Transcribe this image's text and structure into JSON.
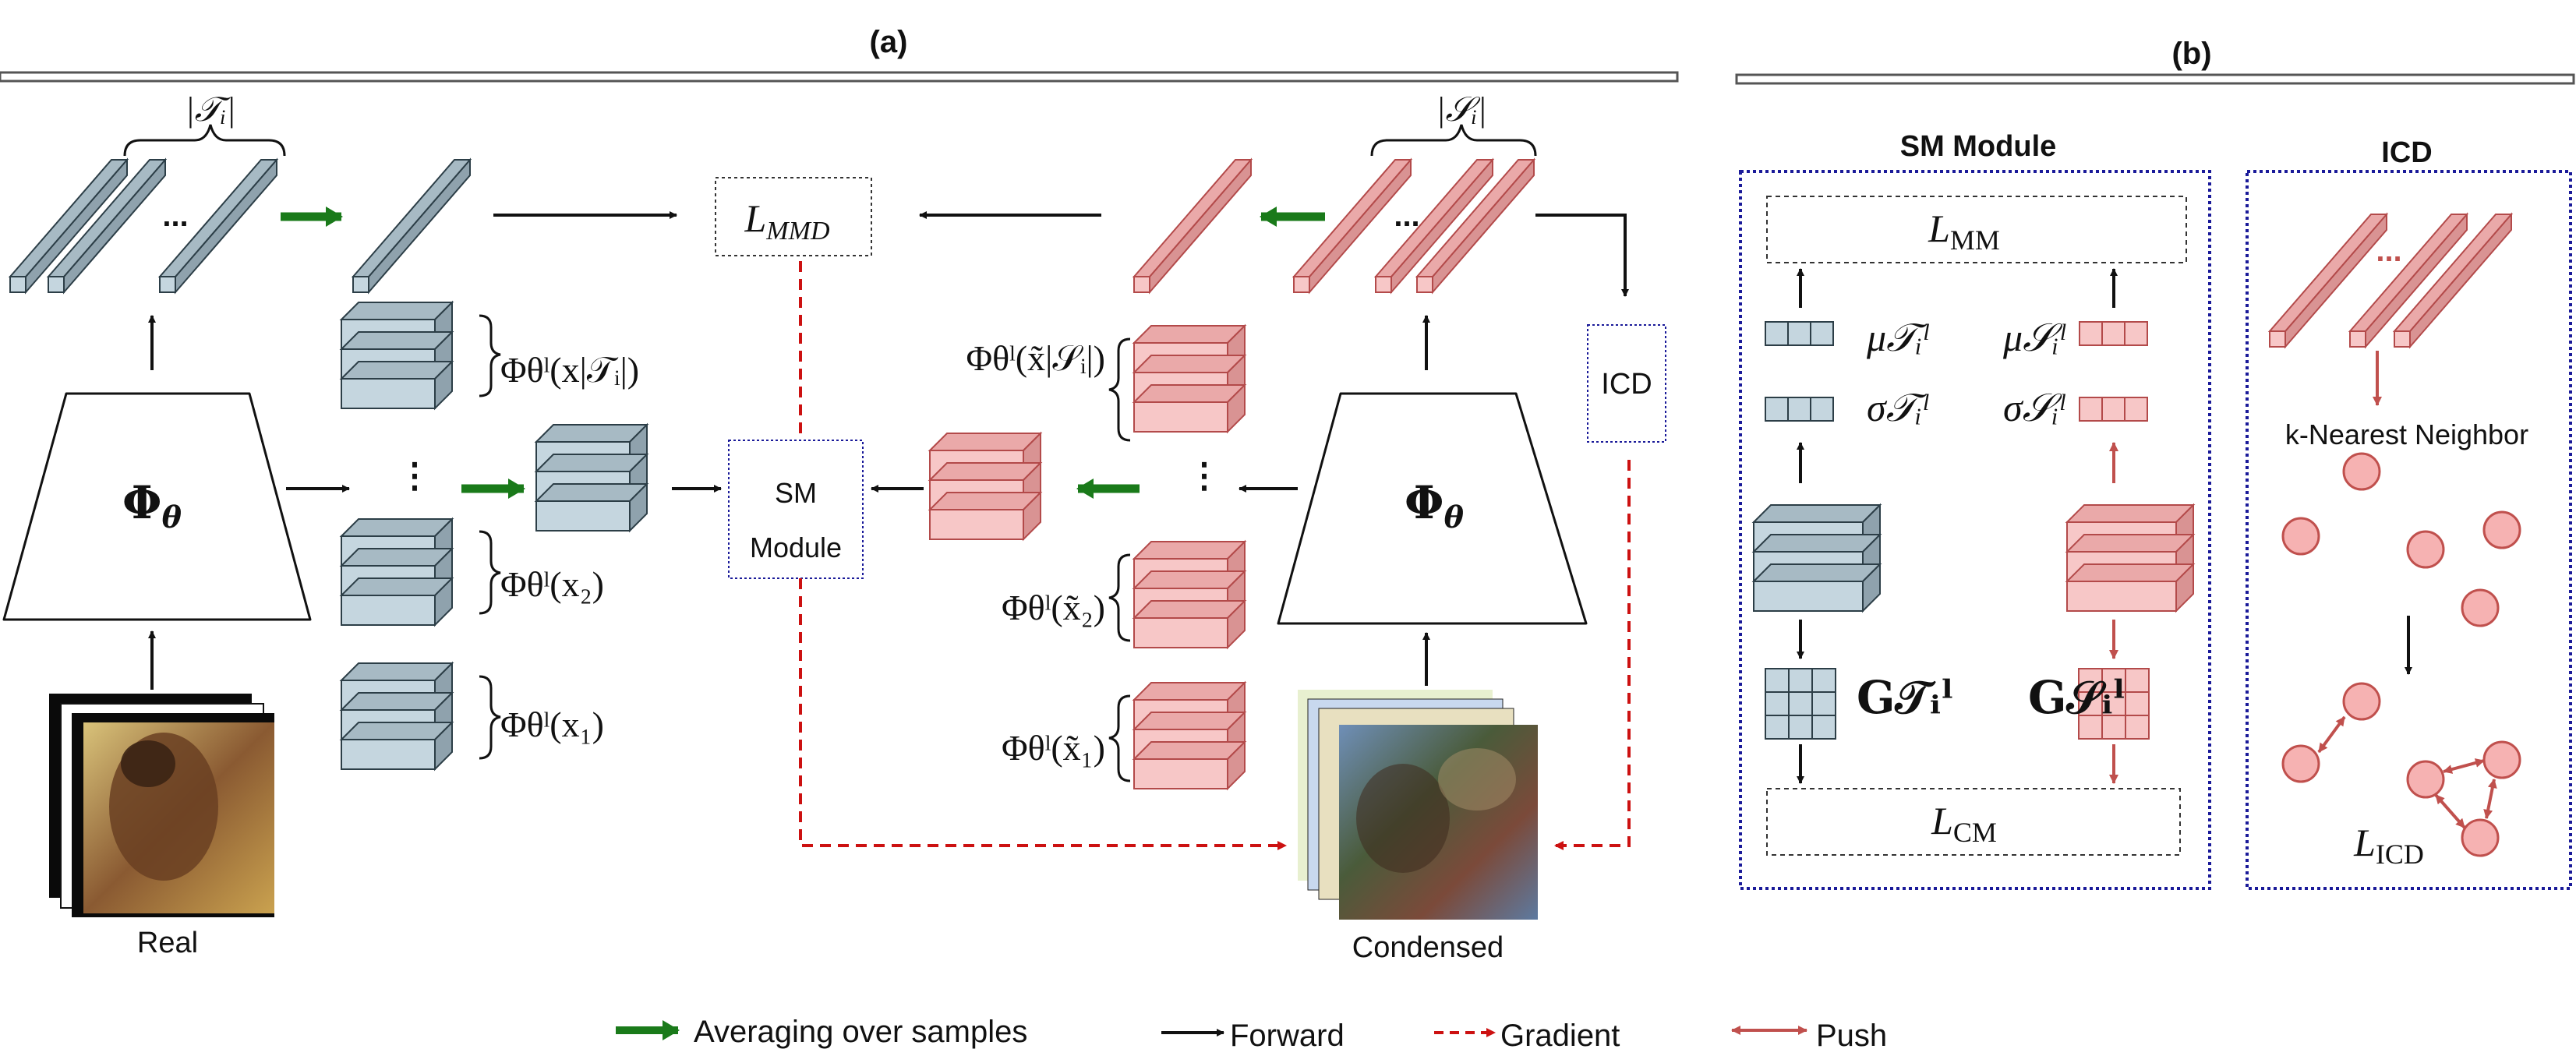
{
  "panel_a": {
    "label": "(a)"
  },
  "panel_b": {
    "label": "(b)"
  },
  "labels": {
    "real": "Real",
    "condensed": "Condensed",
    "sm_line1": "SM",
    "sm_line2": "Module",
    "icd_box": "ICD",
    "phi": "Φ",
    "theta": "θ",
    "ellipsis": "...",
    "vdots": "⋮"
  },
  "math": {
    "real_set": "|𝒯ᵢ|",
    "syn_set": "|𝒮ᵢ|",
    "lmmd_main": "L",
    "lmmd_sub": "MMD",
    "phi_x_ti": "Φθˡ(x|𝒯ᵢ|)",
    "phi_x2": "Φθˡ(x₂)",
    "phi_x1": "Φθˡ(x₁)",
    "phi_xs_si": "Φθˡ(x̃|𝒮ᵢ|)",
    "phi_xs2": "Φθˡ(x̃₂)",
    "phi_xs1": "Φθˡ(x̃₁)"
  },
  "panel_b_content": {
    "sm_title": "SM Module",
    "icd_title": "ICD",
    "l_mm_main": "L",
    "l_mm_sub": "MM",
    "l_cm_main": "L",
    "l_cm_sub": "CM",
    "l_icd_main": "L",
    "l_icd_sub": "ICD",
    "mu_t": "μ𝒯ᵢˡ",
    "sigma_t": "σ𝒯ᵢˡ",
    "mu_s": "μ𝒮ᵢˡ",
    "sigma_s": "σ𝒮ᵢˡ",
    "g_t": "G𝒯ᵢˡ",
    "g_s": "G𝒮ᵢˡ",
    "knn": "k-Nearest Neighbor"
  },
  "legend": [
    {
      "label": "Averaging over samples",
      "color": "#1a7a1a"
    },
    {
      "label": "Forward",
      "color": "#111111"
    },
    {
      "label": "Gradient",
      "color": "#cc1111"
    },
    {
      "label": "Push",
      "color": "#dd3333"
    }
  ],
  "colors": {
    "real_front": "#c5d6df",
    "real_top": "#a7bac4",
    "real_side": "#8fa2ad",
    "real_stroke": "#2c3e47",
    "syn_front": "#f7c7c7",
    "syn_top": "#eaa9a9",
    "syn_side": "#d99393",
    "syn_stroke": "#b34a4a",
    "green": "#1a7a1a",
    "gradient": "#cc1111",
    "box_border": "#1a1a99"
  }
}
